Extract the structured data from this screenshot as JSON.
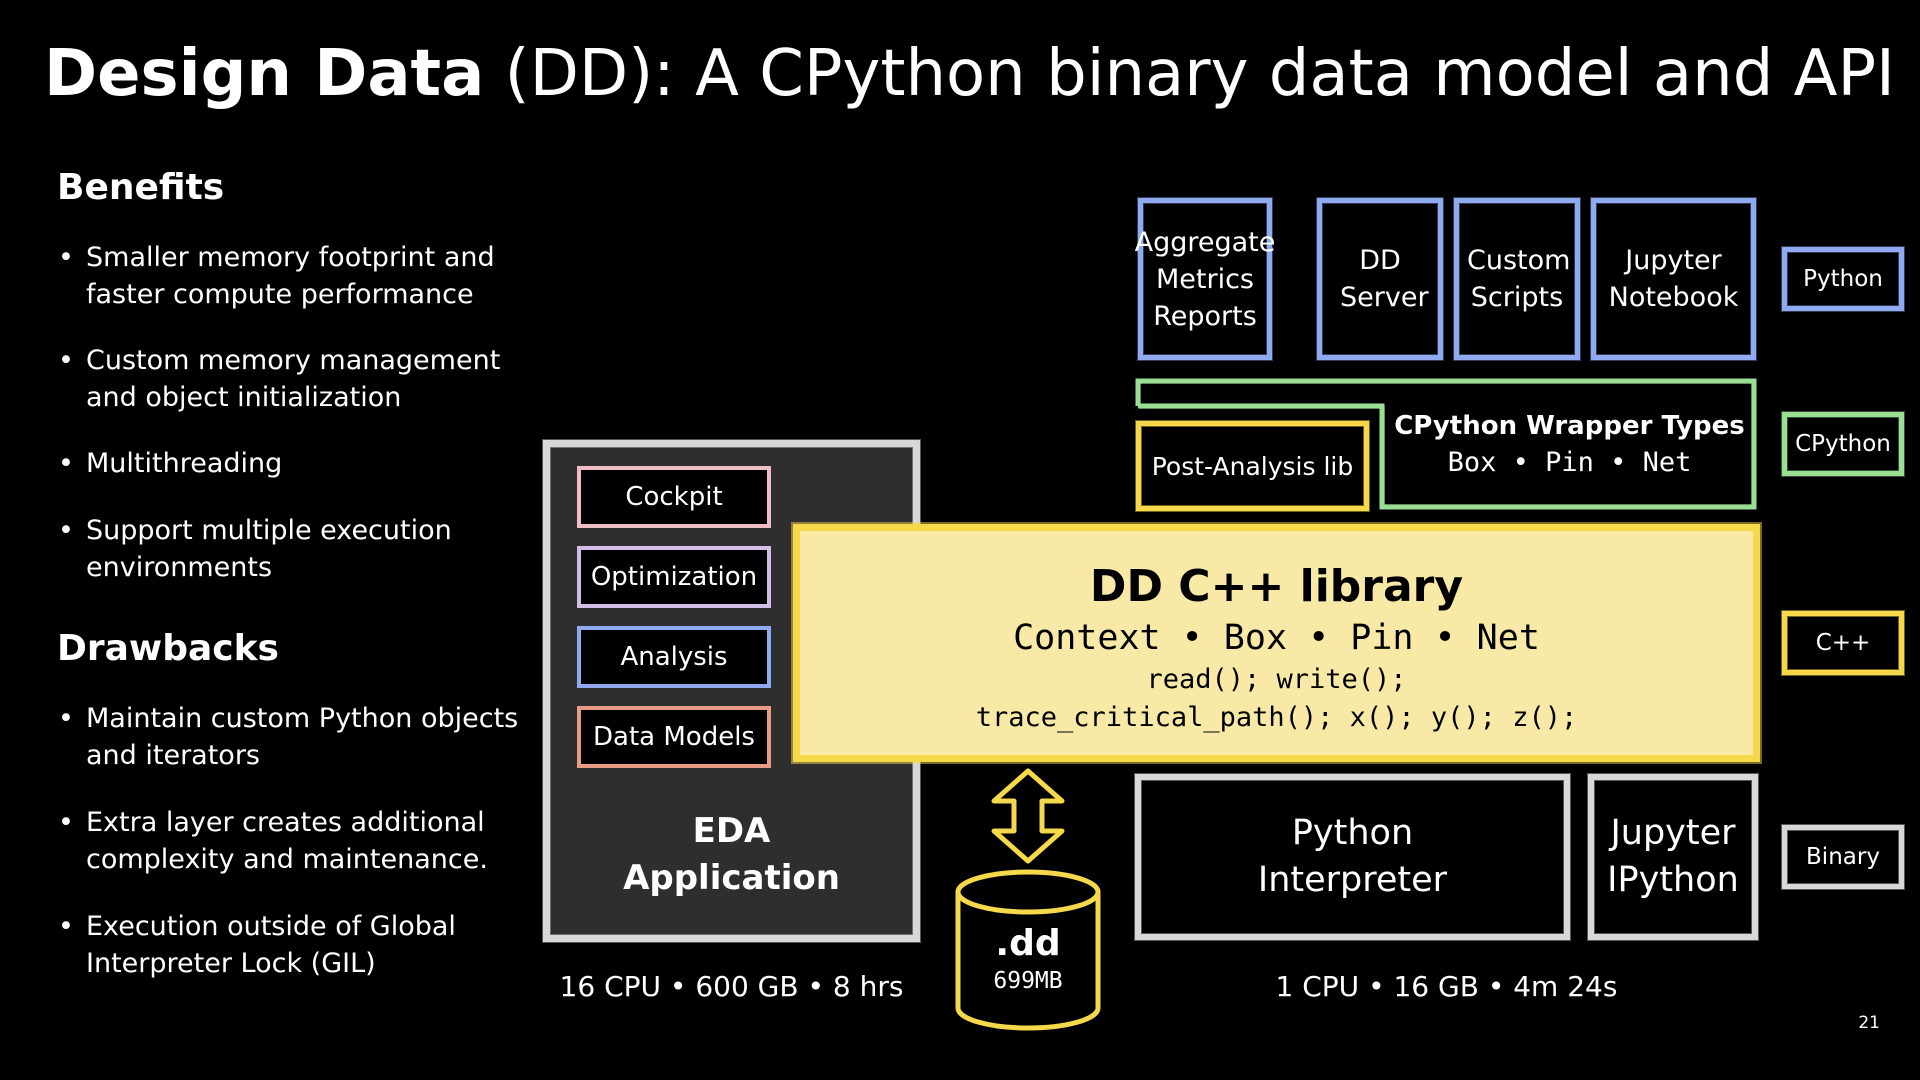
{
  "title": {
    "bold": "Design Data",
    "rest": " (DD): A CPython binary data model and API"
  },
  "benefits": {
    "heading": "Benefits",
    "items": [
      "Smaller memory footprint and faster compute performance",
      "Custom memory management and object initialization",
      "Multithreading",
      "Support multiple execution environments"
    ]
  },
  "drawbacks": {
    "heading": "Drawbacks",
    "items": [
      "Maintain custom Python objects and iterators",
      "Extra layer creates additional complexity and maintenance.",
      "Execution outside of Global Interpreter Lock (GIL)"
    ]
  },
  "diagram": {
    "python_apps": {
      "aggregate": "Aggregate Metrics Reports",
      "dd_server": "DD Server",
      "custom_scripts": "Custom Scripts",
      "jupyter_notebook": "Jupyter Notebook"
    },
    "wrapper": {
      "title": "CPython Wrapper Types",
      "types": "Box • Pin • Net",
      "post_analysis": "Post-Analysis lib"
    },
    "cpp_library": {
      "title": "DD C++ library",
      "classes": "Context • Box • Pin • Net",
      "methods_1": "read(); write();",
      "methods_2": "trace_critical_path(); x(); y(); z();"
    },
    "eda": {
      "items": [
        "Cockpit",
        "Optimization",
        "Analysis",
        "Data Models"
      ],
      "label_1": "EDA",
      "label_2": "Application",
      "stats": "16 CPU • 600 GB • 8 hrs"
    },
    "file": {
      "ext": ".dd",
      "size": "699MB"
    },
    "runtime": {
      "python_interpreter": "Python Interpreter",
      "jupyter_ipython": "Jupyter IPython",
      "stats": "1 CPU • 16 GB • 4m 24s"
    },
    "layers": [
      "Python",
      "CPython",
      "C++",
      "Binary"
    ]
  },
  "colors": {
    "blue": "#8faaf0",
    "green": "#9bdf95",
    "yellow": "#f5d94a",
    "pale_yellow": "#f8eaa6",
    "gray": "#d8d8d8",
    "eda_bg": "#2e2e2e",
    "cockpit_border": "#f0bcc6",
    "optimization_border": "#d2bde8",
    "analysis_border": "#8faaf0",
    "data_models_border": "#e89a82"
  },
  "page_number": "21"
}
